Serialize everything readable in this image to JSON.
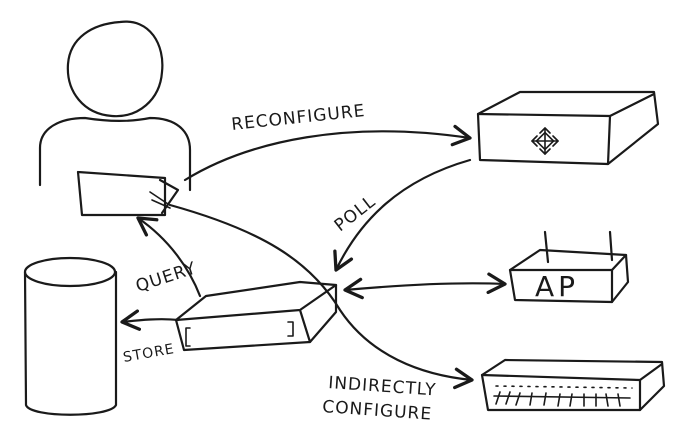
{
  "labels": {
    "reconfigure": "RECONFIGURE",
    "poll": "POLL",
    "query": "QUERY",
    "store": "STORE",
    "indirectly": "INDIRECTLY",
    "configure": "CONFIGURE",
    "ap": "AP"
  },
  "nodes": {
    "user": "user-with-laptop",
    "database": "database-cylinder",
    "controller": "network-controller-box",
    "router": "router-box",
    "access_point": "access-point-box",
    "switch": "network-switch"
  },
  "colors": {
    "ink": "#1a1a1a",
    "background": "#ffffff"
  }
}
